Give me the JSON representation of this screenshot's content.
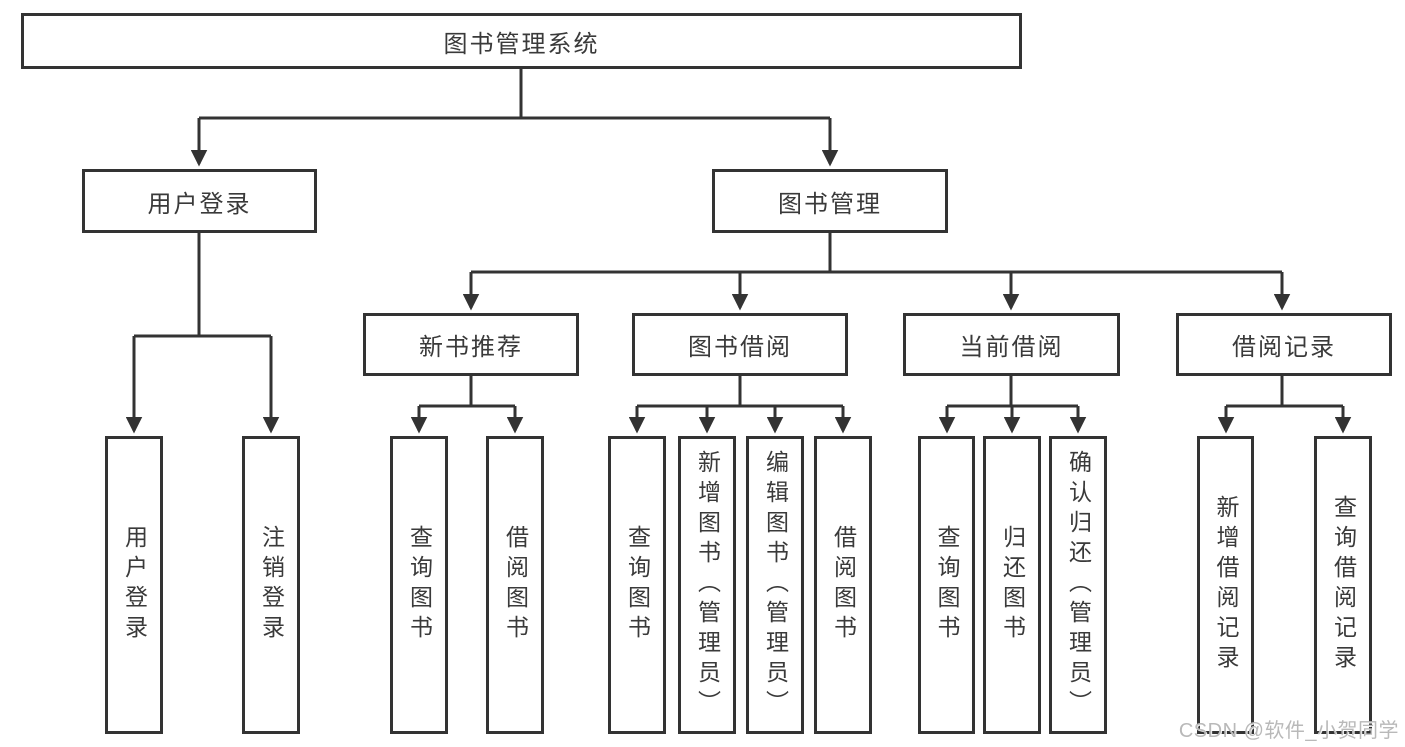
{
  "diagram": {
    "root": {
      "label": "图书管理系统"
    },
    "branches": [
      {
        "label": "用户登录",
        "children": [
          {
            "label": "用户登录"
          },
          {
            "label": "注销登录"
          }
        ]
      },
      {
        "label": "图书管理",
        "sections": [
          {
            "label": "新书推荐",
            "children": [
              {
                "label": "查询图书"
              },
              {
                "label": "借阅图书"
              }
            ]
          },
          {
            "label": "图书借阅",
            "children": [
              {
                "label": "查询图书"
              },
              {
                "label": "新增图书（管理员）"
              },
              {
                "label": "编辑图书（管理员）"
              },
              {
                "label": "借阅图书"
              }
            ]
          },
          {
            "label": "当前借阅",
            "children": [
              {
                "label": "查询图书"
              },
              {
                "label": "归还图书"
              },
              {
                "label": "确认归还（管理员）"
              }
            ]
          },
          {
            "label": "借阅记录",
            "children": [
              {
                "label": "新增借阅记录"
              },
              {
                "label": "查询借阅记录"
              }
            ]
          }
        ]
      }
    ]
  },
  "watermark": {
    "text": "CSDN @软件_小贺同学"
  },
  "colors": {
    "line": "#333333",
    "text": "#3a3a3a",
    "background": "#ffffff",
    "watermark": "#b9b9b9"
  }
}
